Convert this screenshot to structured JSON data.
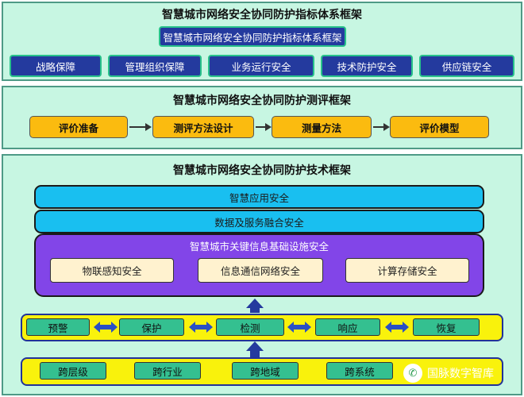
{
  "panel1": {
    "title": "智慧城市网络安全协同防护指标体系框架",
    "header": "智慧城市网络安全协同防护指标体系框架",
    "items": [
      "战略保障",
      "管理组织保障",
      "业务运行安全",
      "技术防护安全",
      "供应链安全"
    ]
  },
  "panel2": {
    "title": "智慧城市网络安全协同防护测评框架",
    "steps": [
      "评价准备",
      "测评方法设计",
      "测量方法",
      "评价模型"
    ]
  },
  "panel3": {
    "title": "智慧城市网络安全协同防护技术框架",
    "layers": [
      "智慧应用安全",
      "数据及服务融合安全"
    ],
    "infrastructure": {
      "title": "智慧城市关键信息基础设施安全",
      "items": [
        "物联感知安全",
        "信息通信网络安全",
        "计算存储安全"
      ]
    },
    "protection_chain": [
      "预警",
      "保护",
      "检测",
      "响应",
      "恢复"
    ],
    "scope": [
      "跨层级",
      "跨行业",
      "跨地域",
      "跨系统"
    ]
  },
  "watermark": {
    "text": "国脉数字智库",
    "icon": "wechat-icon"
  }
}
